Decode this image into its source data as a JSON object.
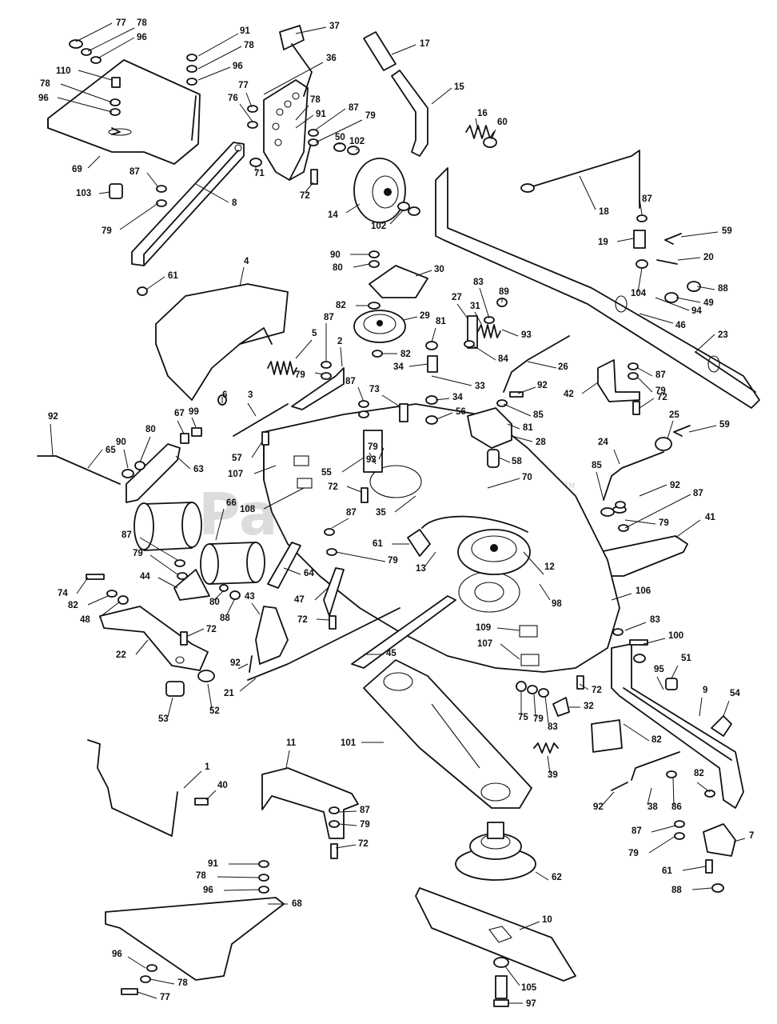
{
  "watermark": {
    "text": "PartsTree",
    "tm": "TM"
  },
  "callouts": [
    {
      "id": "c77a",
      "text": "77"
    },
    {
      "id": "c78a",
      "text": "78"
    },
    {
      "id": "c96a",
      "text": "96"
    },
    {
      "id": "c110",
      "text": "110"
    },
    {
      "id": "c78b",
      "text": "78"
    },
    {
      "id": "c96b",
      "text": "96"
    },
    {
      "id": "c69",
      "text": "69"
    },
    {
      "id": "c103",
      "text": "103"
    },
    {
      "id": "c87a",
      "text": "87"
    },
    {
      "id": "c79a",
      "text": "79"
    },
    {
      "id": "c8",
      "text": "8"
    },
    {
      "id": "c61a",
      "text": "61"
    },
    {
      "id": "c91a",
      "text": "91"
    },
    {
      "id": "c78c",
      "text": "78"
    },
    {
      "id": "c96c",
      "text": "96"
    },
    {
      "id": "c77b",
      "text": "77"
    },
    {
      "id": "c76",
      "text": "76"
    },
    {
      "id": "c37",
      "text": "37"
    },
    {
      "id": "c36",
      "text": "36"
    },
    {
      "id": "c78d",
      "text": "78"
    },
    {
      "id": "c91b",
      "text": "91"
    },
    {
      "id": "c87b",
      "text": "87"
    },
    {
      "id": "c79b",
      "text": "79"
    },
    {
      "id": "c71",
      "text": "71"
    },
    {
      "id": "c72a",
      "text": "72"
    },
    {
      "id": "c17",
      "text": "17"
    },
    {
      "id": "c15",
      "text": "15"
    },
    {
      "id": "c16",
      "text": "16"
    },
    {
      "id": "c60",
      "text": "60"
    },
    {
      "id": "c50",
      "text": "50"
    },
    {
      "id": "c102a",
      "text": "102"
    },
    {
      "id": "c14",
      "text": "14"
    },
    {
      "id": "c102b",
      "text": "102"
    },
    {
      "id": "c18",
      "text": "18"
    },
    {
      "id": "c87c",
      "text": "87"
    },
    {
      "id": "c19",
      "text": "19"
    },
    {
      "id": "c59a",
      "text": "59"
    },
    {
      "id": "c20",
      "text": "20"
    },
    {
      "id": "c104",
      "text": "104"
    },
    {
      "id": "c88a",
      "text": "88"
    },
    {
      "id": "c49",
      "text": "49"
    },
    {
      "id": "c94",
      "text": "94"
    },
    {
      "id": "c46",
      "text": "46"
    },
    {
      "id": "c23",
      "text": "23"
    },
    {
      "id": "c4",
      "text": "4"
    },
    {
      "id": "c90a",
      "text": "90"
    },
    {
      "id": "c80a",
      "text": "80"
    },
    {
      "id": "c30",
      "text": "30"
    },
    {
      "id": "c82a",
      "text": "82"
    },
    {
      "id": "c29",
      "text": "29"
    },
    {
      "id": "c27",
      "text": "27"
    },
    {
      "id": "c83a",
      "text": "83"
    },
    {
      "id": "c89",
      "text": "89"
    },
    {
      "id": "c31",
      "text": "31"
    },
    {
      "id": "c93a",
      "text": "93"
    },
    {
      "id": "c81a",
      "text": "81"
    },
    {
      "id": "c82b",
      "text": "82"
    },
    {
      "id": "c34a",
      "text": "34"
    },
    {
      "id": "c84",
      "text": "84"
    },
    {
      "id": "c26",
      "text": "26"
    },
    {
      "id": "c33",
      "text": "33"
    },
    {
      "id": "c5",
      "text": "5"
    },
    {
      "id": "c87d",
      "text": "87"
    },
    {
      "id": "c2",
      "text": "2"
    },
    {
      "id": "c79c",
      "text": "79"
    },
    {
      "id": "c6",
      "text": "6"
    },
    {
      "id": "c3",
      "text": "3"
    },
    {
      "id": "c87e",
      "text": "87"
    },
    {
      "id": "c73",
      "text": "73"
    },
    {
      "id": "c34b",
      "text": "34"
    },
    {
      "id": "c56",
      "text": "56"
    },
    {
      "id": "c92a",
      "text": "92"
    },
    {
      "id": "c85a",
      "text": "85"
    },
    {
      "id": "c81b",
      "text": "81"
    },
    {
      "id": "c28",
      "text": "28"
    },
    {
      "id": "c87f",
      "text": "87"
    },
    {
      "id": "c42",
      "text": "42"
    },
    {
      "id": "c79d",
      "text": "79"
    },
    {
      "id": "c72b",
      "text": "72"
    },
    {
      "id": "c25",
      "text": "25"
    },
    {
      "id": "c59b",
      "text": "59"
    },
    {
      "id": "c92b",
      "text": "92"
    },
    {
      "id": "c65",
      "text": "65"
    },
    {
      "id": "c90b",
      "text": "90"
    },
    {
      "id": "c80b",
      "text": "80"
    },
    {
      "id": "c67",
      "text": "67"
    },
    {
      "id": "c99",
      "text": "99"
    },
    {
      "id": "c63",
      "text": "63"
    },
    {
      "id": "c57",
      "text": "57"
    },
    {
      "id": "c107a",
      "text": "107"
    },
    {
      "id": "c55",
      "text": "55"
    },
    {
      "id": "c79e",
      "text": "79"
    },
    {
      "id": "c93b",
      "text": "93"
    },
    {
      "id": "c58",
      "text": "58"
    },
    {
      "id": "c70",
      "text": "70"
    },
    {
      "id": "c24",
      "text": "24"
    },
    {
      "id": "c85b",
      "text": "85"
    },
    {
      "id": "c92c",
      "text": "92"
    },
    {
      "id": "c87g",
      "text": "87"
    },
    {
      "id": "c72c",
      "text": "72"
    },
    {
      "id": "c108",
      "text": "108"
    },
    {
      "id": "c35",
      "text": "35"
    },
    {
      "id": "c66",
      "text": "66"
    },
    {
      "id": "c87h",
      "text": "87"
    },
    {
      "id": "c79f",
      "text": "79"
    },
    {
      "id": "c41",
      "text": "41"
    },
    {
      "id": "c61b",
      "text": "61"
    },
    {
      "id": "c79g",
      "text": "79"
    },
    {
      "id": "c13",
      "text": "13"
    },
    {
      "id": "c87i",
      "text": "87"
    },
    {
      "id": "c79h",
      "text": "79"
    },
    {
      "id": "c44",
      "text": "44"
    },
    {
      "id": "c64",
      "text": "64"
    },
    {
      "id": "c74",
      "text": "74"
    },
    {
      "id": "c82c",
      "text": "82"
    },
    {
      "id": "c48",
      "text": "48"
    },
    {
      "id": "c80c",
      "text": "80"
    },
    {
      "id": "c88b",
      "text": "88"
    },
    {
      "id": "c47",
      "text": "47"
    },
    {
      "id": "c12",
      "text": "12"
    },
    {
      "id": "c98",
      "text": "98"
    },
    {
      "id": "c106",
      "text": "106"
    },
    {
      "id": "c72d",
      "text": "72"
    },
    {
      "id": "c43",
      "text": "43"
    },
    {
      "id": "c72e",
      "text": "72"
    },
    {
      "id": "c22",
      "text": "22"
    },
    {
      "id": "c92d",
      "text": "92"
    },
    {
      "id": "c45",
      "text": "45"
    },
    {
      "id": "c109",
      "text": "109"
    },
    {
      "id": "c107b",
      "text": "107"
    },
    {
      "id": "c83b",
      "text": "83"
    },
    {
      "id": "c100",
      "text": "100"
    },
    {
      "id": "c21",
      "text": "21"
    },
    {
      "id": "c53",
      "text": "53"
    },
    {
      "id": "c52",
      "text": "52"
    },
    {
      "id": "c72f",
      "text": "72"
    },
    {
      "id": "c95",
      "text": "95"
    },
    {
      "id": "c51",
      "text": "51"
    },
    {
      "id": "c9",
      "text": "9"
    },
    {
      "id": "c54",
      "text": "54"
    },
    {
      "id": "c75",
      "text": "75"
    },
    {
      "id": "c79i",
      "text": "79"
    },
    {
      "id": "c83c",
      "text": "83"
    },
    {
      "id": "c32",
      "text": "32"
    },
    {
      "id": "c101",
      "text": "101"
    },
    {
      "id": "c39",
      "text": "39"
    },
    {
      "id": "c82d",
      "text": "82"
    },
    {
      "id": "c11",
      "text": "11"
    },
    {
      "id": "c1",
      "text": "1"
    },
    {
      "id": "c40",
      "text": "40"
    },
    {
      "id": "c87j",
      "text": "87"
    },
    {
      "id": "c79j",
      "text": "79"
    },
    {
      "id": "c38",
      "text": "38"
    },
    {
      "id": "c86",
      "text": "86"
    },
    {
      "id": "c82e",
      "text": "82"
    },
    {
      "id": "c92e",
      "text": "92"
    },
    {
      "id": "c87k",
      "text": "87"
    },
    {
      "id": "c79k",
      "text": "79"
    },
    {
      "id": "c7",
      "text": "7"
    },
    {
      "id": "c61c",
      "text": "61"
    },
    {
      "id": "c88c",
      "text": "88"
    },
    {
      "id": "c72g",
      "text": "72"
    },
    {
      "id": "c62",
      "text": "62"
    },
    {
      "id": "c91c",
      "text": "91"
    },
    {
      "id": "c78e",
      "text": "78"
    },
    {
      "id": "c96d",
      "text": "96"
    },
    {
      "id": "c68",
      "text": "68"
    },
    {
      "id": "c10",
      "text": "10"
    },
    {
      "id": "c96e",
      "text": "96"
    },
    {
      "id": "c78f",
      "text": "78"
    },
    {
      "id": "c77c",
      "text": "77"
    },
    {
      "id": "c105",
      "text": "105"
    },
    {
      "id": "c97",
      "text": "97"
    }
  ]
}
